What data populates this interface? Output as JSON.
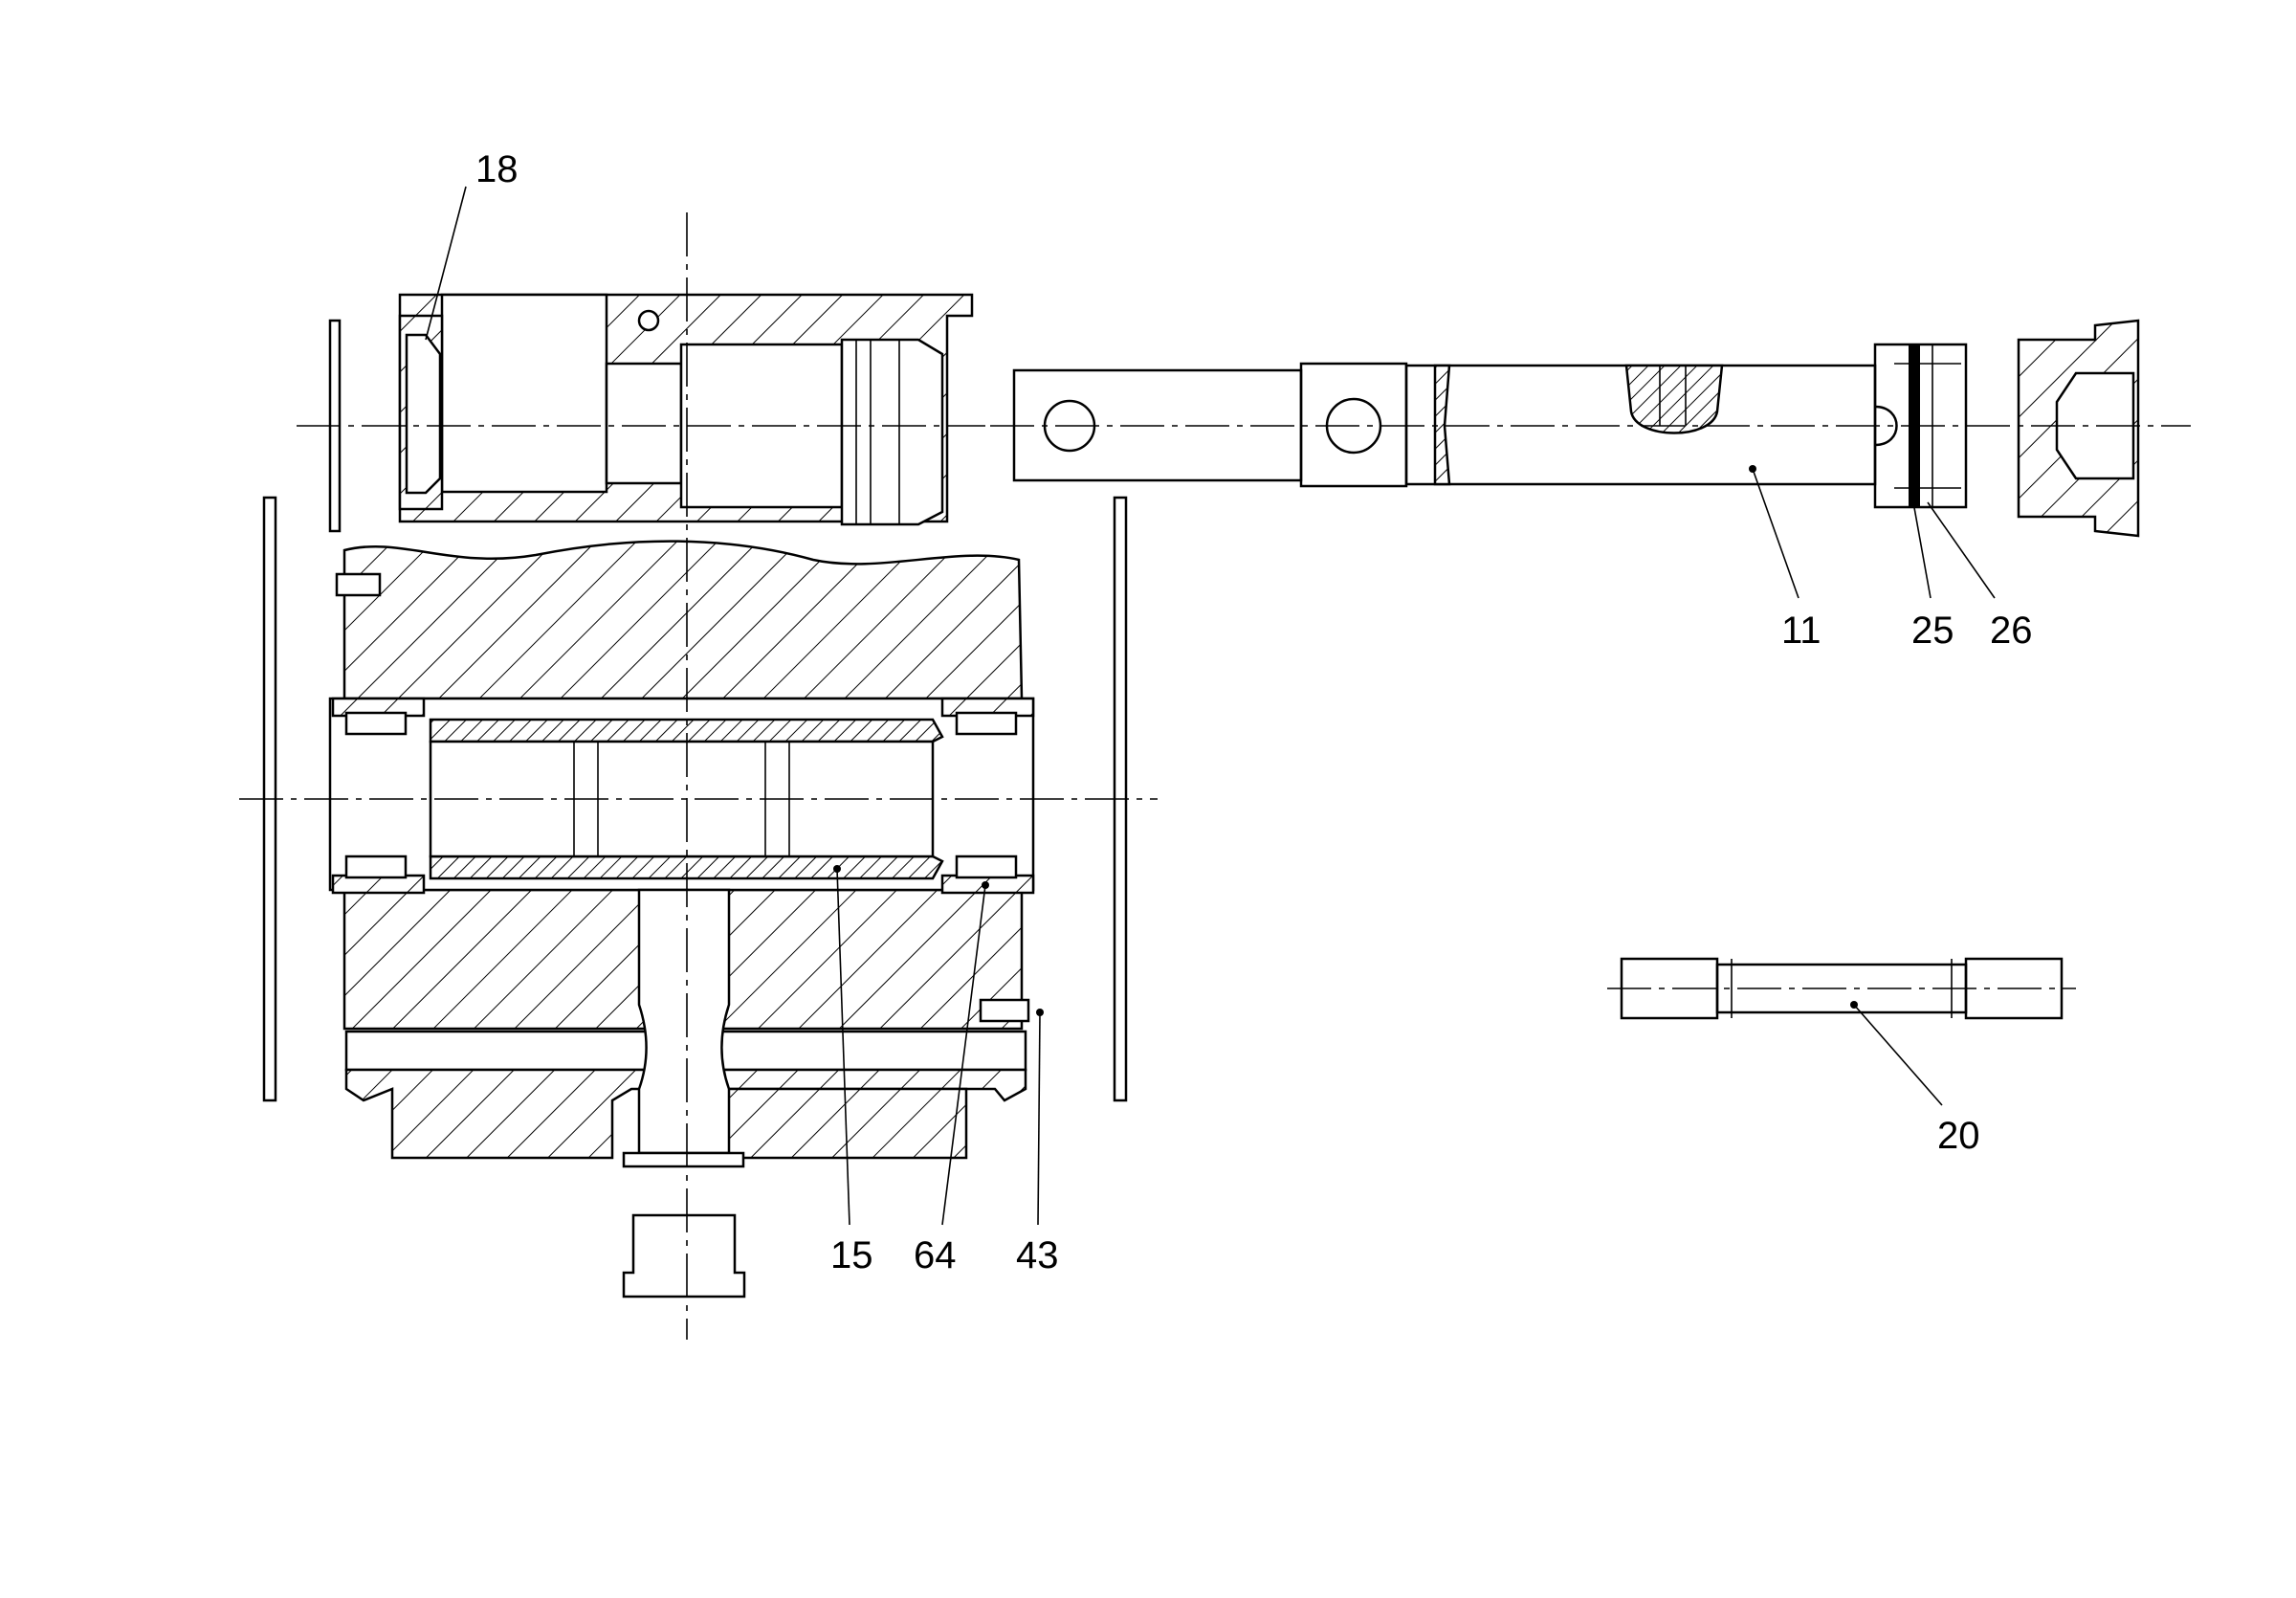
{
  "callouts": {
    "c18": "18",
    "c11": "11",
    "c25": "25",
    "c26": "26",
    "c15": "15",
    "c64": "64",
    "c43": "43",
    "c20": "20"
  },
  "colors": {
    "ink": "#000000",
    "paper": "#ffffff"
  }
}
